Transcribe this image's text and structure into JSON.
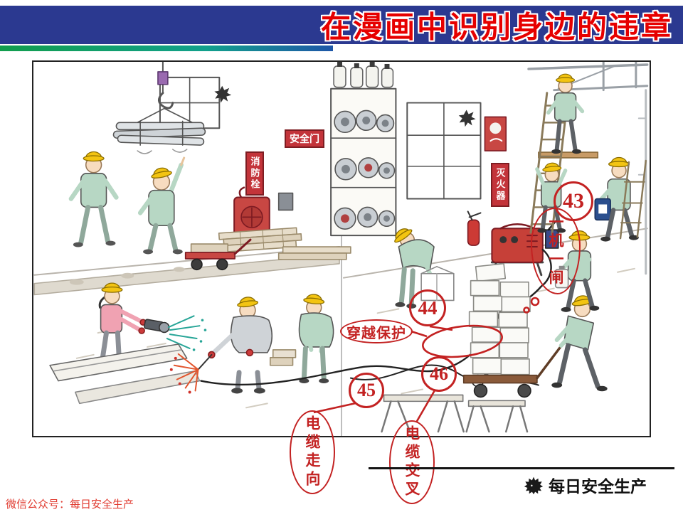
{
  "header": {
    "title": "在漫画中识别身边的违章"
  },
  "cartoon": {
    "signs": {
      "safety_door": "安全门",
      "fire_hydrant": "消防栓",
      "fire_extinguisher": "灭火器"
    }
  },
  "annotations": [
    {
      "number": "43",
      "label": "一机一闸"
    },
    {
      "number": "44",
      "label": "穿越保护"
    },
    {
      "number": "45",
      "label": "电缆走向"
    },
    {
      "number": "46",
      "label": "电缆交叉"
    }
  ],
  "footer": {
    "wechat_account": "微信公众号：每日安全生产",
    "brand_name": "每日安全生产"
  },
  "colors": {
    "header_bar": "#2b3990",
    "title_text": "#e60000",
    "accent_green": "#129e4d",
    "annotation_red": "#c32222",
    "hard_hat_yellow": "#f3c412",
    "sign_red": "#c3343a"
  }
}
